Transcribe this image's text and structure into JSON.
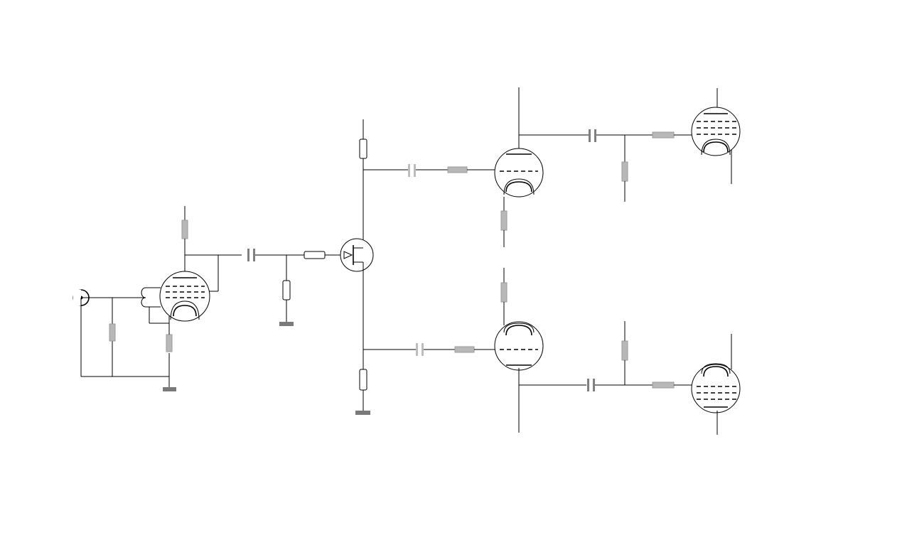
{
  "diagram": {
    "kind": "vacuum-tube and FET amplifier schematic",
    "labels": [],
    "colors": {
      "wire": "#000000",
      "resistor_grey": "#b8b8b8",
      "capacitor_dark": "#808080",
      "capacitor_light": "#bdbdbd",
      "ground": "#7a7a7a",
      "background": "#ffffff"
    },
    "components": [
      "input-jack",
      "input-pentode",
      "coupling-capacitor",
      "fet",
      "upper-triode",
      "lower-triode",
      "upper-output-pentode",
      "lower-output-pentode"
    ]
  }
}
